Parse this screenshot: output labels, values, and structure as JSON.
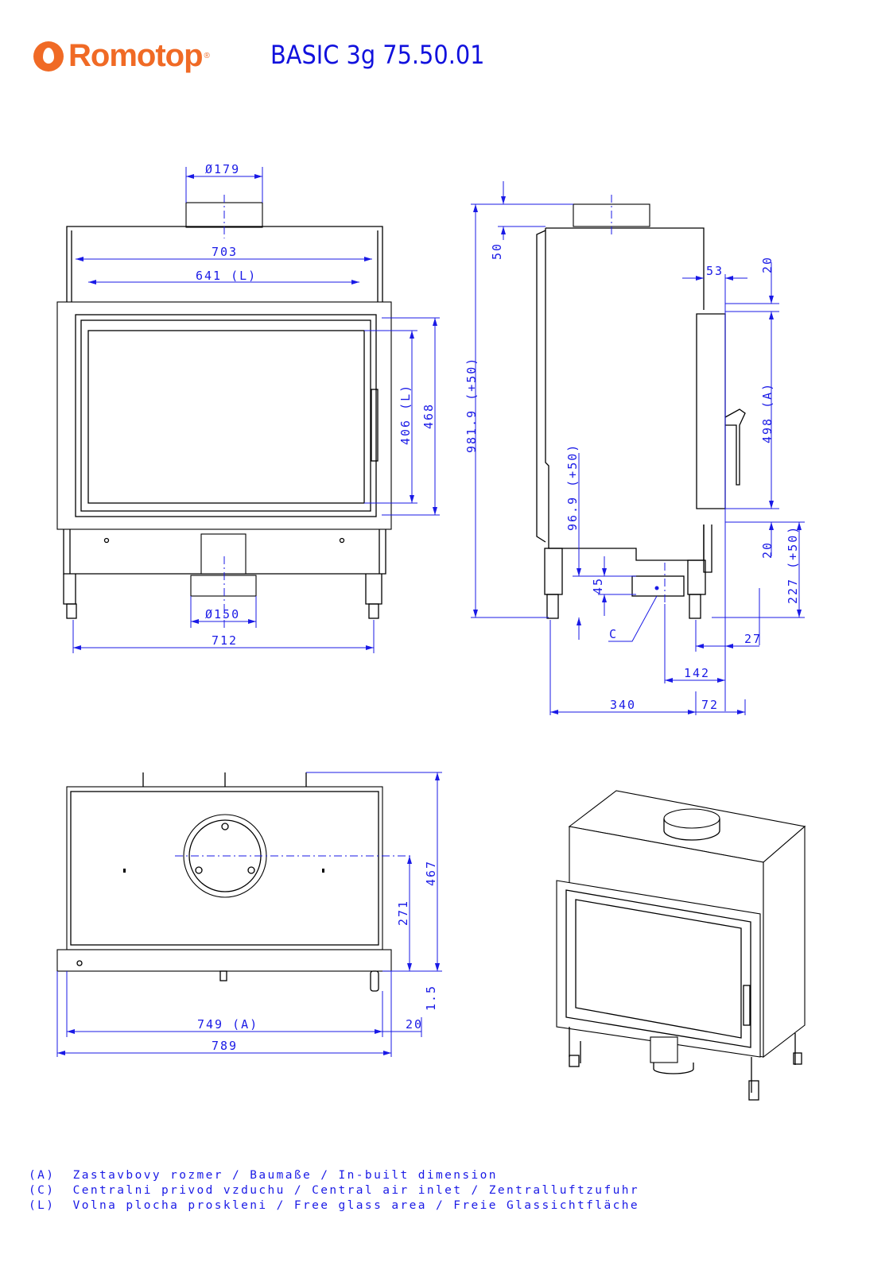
{
  "header": {
    "brand": "Romotop",
    "registered": "®",
    "model": "BASIC 3g 75.50.01"
  },
  "colors": {
    "brand": "#f06a25",
    "dimension": "#1a1ae6",
    "outline": "#000000"
  },
  "front_view": {
    "flue_diameter": "Ø179",
    "width_703": "703",
    "glass_width": "641 (L)",
    "glass_height": "406 (L)",
    "door_height": "468",
    "inlet_diameter": "Ø150",
    "leg_span": "712"
  },
  "side_view": {
    "total_height": "981.9 (+50)",
    "collar_height": "50",
    "frame_offset": "53",
    "top_gap": "20",
    "inbuilt_height": "498 (A)",
    "bottom_gap": "20",
    "door_bottom_height": "227 (+50)",
    "base_height": "96.9 (+50)",
    "inlet_height": "45",
    "inlet_label": "C",
    "leg_offset": "27",
    "inlet_offset": "142",
    "leg_depth": "340",
    "front_depth": "72"
  },
  "top_view": {
    "depth_467": "467",
    "flue_center": "271",
    "frame_step": "1.5",
    "inbuilt_width": "749 (A)",
    "side_margin": "20",
    "overall_width": "789"
  },
  "legend": [
    {
      "key": "(A)",
      "text": "Zastavbovy rozmer / Baumaße / In-built dimension"
    },
    {
      "key": "(C)",
      "text": "Centralni privod vzduchu / Central air inlet / Zentralluftzufuhr"
    },
    {
      "key": "(L)",
      "text": "Volna plocha proskleni / Free glass area / Freie Glassichtfläche"
    }
  ]
}
